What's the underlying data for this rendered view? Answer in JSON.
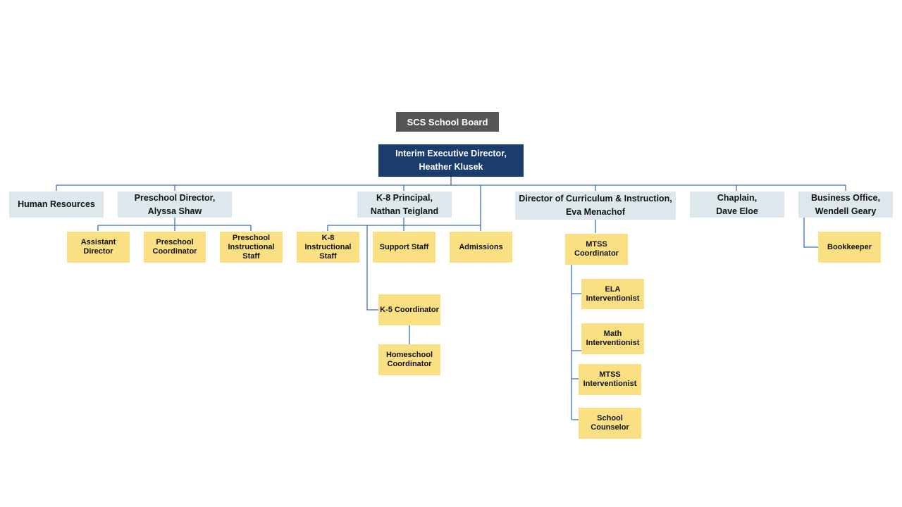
{
  "colors": {
    "board_bg": "#555555",
    "exec_bg": "#1b3d6e",
    "dept_bg": "#dde7ec",
    "staff_bg": "#fbe083",
    "connector": "#3b6cc0"
  },
  "org": {
    "board": "SCS School Board",
    "executive": "Interim Executive Director,\nHeather Klusek",
    "departments": {
      "human_resources": "Human Resources",
      "preschool_director": "Preschool Director,\nAlyssa Shaw",
      "k8_principal": "K-8 Principal,\nNathan Teigland",
      "curriculum_director": "Director of Curriculum & Instruction,\nEva Menachof",
      "chaplain": "Chaplain,\nDave Eloe",
      "business_office": "Business Office,\nWendell Geary"
    },
    "staff": {
      "assistant_director": "Assistant Director",
      "preschool_coordinator": "Preschool\nCoordinator",
      "preschool_instructional_staff": "Preschool\nInstructional Staff",
      "k8_instructional_staff": "K-8 Instructional\nStaff",
      "support_staff": "Support Staff",
      "admissions": "Admissions",
      "k5_coordinator": "K-5 Coordinator",
      "homeschool_coordinator": "Homeschool\nCoordinator",
      "mtss_coordinator": "MTSS\nCoordinator",
      "ela_interventionist": "ELA\nInterventionist",
      "math_interventionist": "Math\nInterventionist",
      "mtss_interventionist": "MTSS\nInterventionist",
      "school_counselor": "School Counselor",
      "bookkeeper": "Bookkeeper"
    }
  }
}
